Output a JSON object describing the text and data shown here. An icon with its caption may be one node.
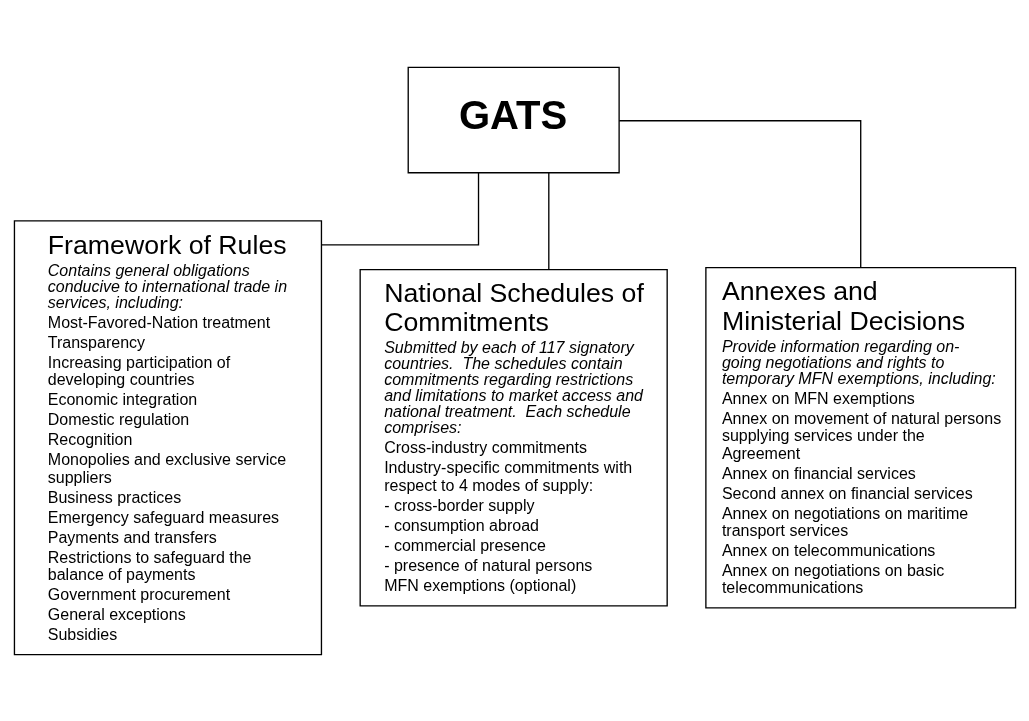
{
  "diagram": {
    "nodes": [
      {
        "text": [
          "GATS"
        ]
      },
      {
        "text": [
          "Framework of Rules",
          "Contains general obligations conducive to international trade in services, including:",
          "Most-Favored-Nation treatment",
          "Transparency",
          "Increasing participation of developing countries",
          "Economic integration",
          "Domestic regulation",
          "Recognition",
          "Monopolies and exclusive service suppliers",
          "Business practices",
          "Emergency safeguard measures",
          "Payments and transfers",
          "Restrictions to safeguard the balance of payments",
          "Government procurement",
          "General exceptions",
          "Subsidies"
        ]
      },
      {
        "text": [
          "National Schedules of Commitments",
          "Submitted by each of 117 signatory countries.  The schedules contain commitments regarding restrictions and limitations to market access and national treatment.  Each schedule comprises:",
          "Cross-industry commitments",
          "Industry-specific commitments with respect to 4 modes of supply:",
          "- cross-border supply",
          "- consumption abroad",
          "- commercial presence",
          "- presence of natural persons",
          "MFN exemptions (optional)"
        ]
      },
      {
        "text": [
          "Annexes and Ministerial Decisions",
          "Provide information regarding on-going negotiations and rights to temporary MFN exemptions, including:",
          "Annex on MFN exemptions",
          "Annex on movement of natural persons supplying services under the Agreement",
          "Annex on financial services",
          "Second annex on financial services",
          "Annex on negotiations on maritime transport services",
          "Annex on telecommunications",
          "Annex on negotiations on basic telecommunications"
        ]
      }
    ],
    "edges": [
      {
        "from": 0,
        "to": 1,
        "arrow": "none"
      },
      {
        "from": 0,
        "to": 2,
        "arrow": "none"
      },
      {
        "from": 0,
        "to": 3,
        "arrow": "none"
      }
    ]
  }
}
